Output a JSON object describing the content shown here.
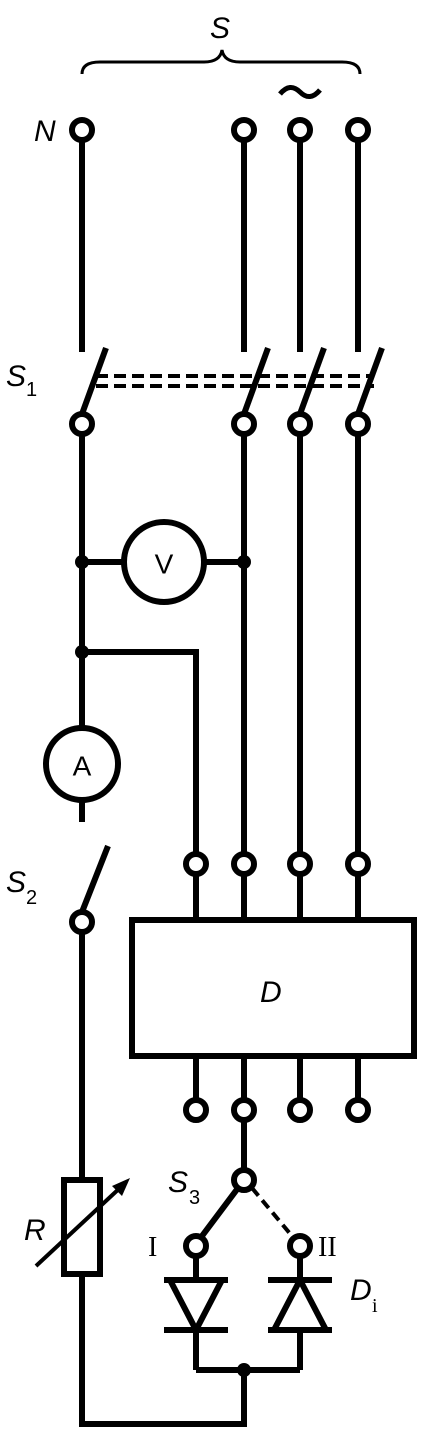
{
  "labels": {
    "supply": "S",
    "ac_symbol": "~",
    "neutral": "N",
    "switch1": {
      "main": "S",
      "sub": "1"
    },
    "switch2": {
      "main": "S",
      "sub": "2"
    },
    "switch3": {
      "main": "S",
      "sub": "3"
    },
    "voltmeter": "V",
    "ammeter": "A",
    "device": "D",
    "resistor": "R",
    "position1": "I",
    "position2": "II",
    "diodes": {
      "main": "D",
      "sub": "i"
    }
  }
}
